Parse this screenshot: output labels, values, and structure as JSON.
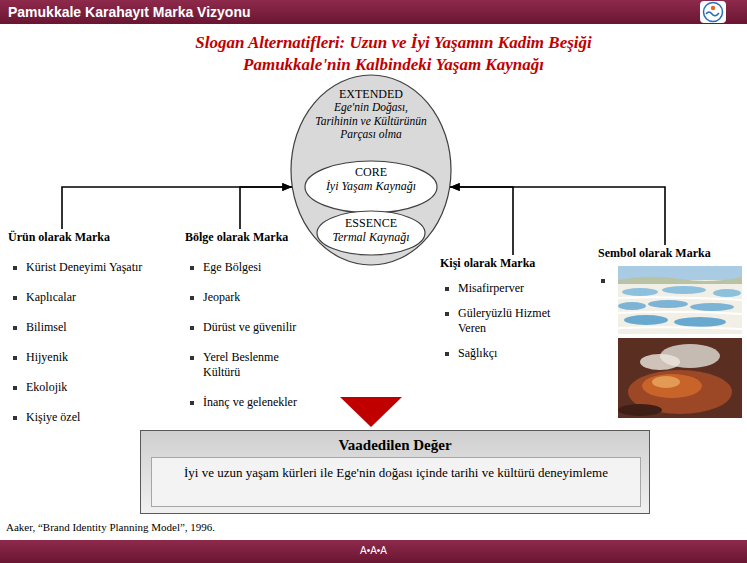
{
  "diagram": {
    "title": "Pamukkale Karahayıt Marka Vizyonu",
    "nodes": [
      {
        "text": [
          "EXTENDED",
          "Ege'nin Doğası, Tarihinin ve Kültürünün Parçası olma"
        ]
      },
      {
        "text": [
          "CORE",
          "İyi Yaşam Kaynağı"
        ],
        "in": 0
      },
      {
        "text": [
          "ESSENCE",
          "Termal Kaynağı"
        ],
        "in": 1
      },
      {
        "text": [
          "Ürün olarak Marka",
          "Kürist Deneyimi Yaşatır",
          "Kaplıcalar",
          "Bilimsel",
          "Hijyenik",
          "Ekolojik",
          "Kişiye özel"
        ]
      },
      {
        "text": [
          "Bölge olarak Marka",
          "Ege Bölgesi",
          "Jeopark",
          "Dürüst ve güvenilir",
          "Yerel Beslenme Kültürü",
          "İnanç ve gelenekler"
        ]
      },
      {
        "text": [
          "Kişi olarak Marka",
          "Misafirperver",
          "Güleryüzlü Hizmet Veren",
          "Sağlıkçı"
        ]
      },
      {
        "text": [
          "Sembol olarak Marka"
        ]
      },
      {
        "text": [
          "Vaadedilen Değer"
        ]
      },
      {
        "text": [
          "İyi ve uzun yaşam kürleri ile Ege'nin doğası içinde tarihi ve kültürü deneyimleme"
        ],
        "in": 7
      }
    ],
    "edges": [
      {
        "from": 3,
        "to": 0,
        "arrow": "to"
      },
      {
        "from": 4,
        "to": 0,
        "arrow": "to"
      },
      {
        "from": 5,
        "to": 0,
        "arrow": "to"
      },
      {
        "from": 6,
        "to": 0,
        "arrow": "to"
      }
    ],
    "labels": [
      "Slogan Alternatifleri: Uzun ve İyi Yaşamın Kadim Beşiği",
      "Pamukkale'nin Kalbindeki Yaşam Kaynağı",
      "Aaker, “Brand Identity Planning Model”, 1996.",
      "A•A•A"
    ]
  }
}
